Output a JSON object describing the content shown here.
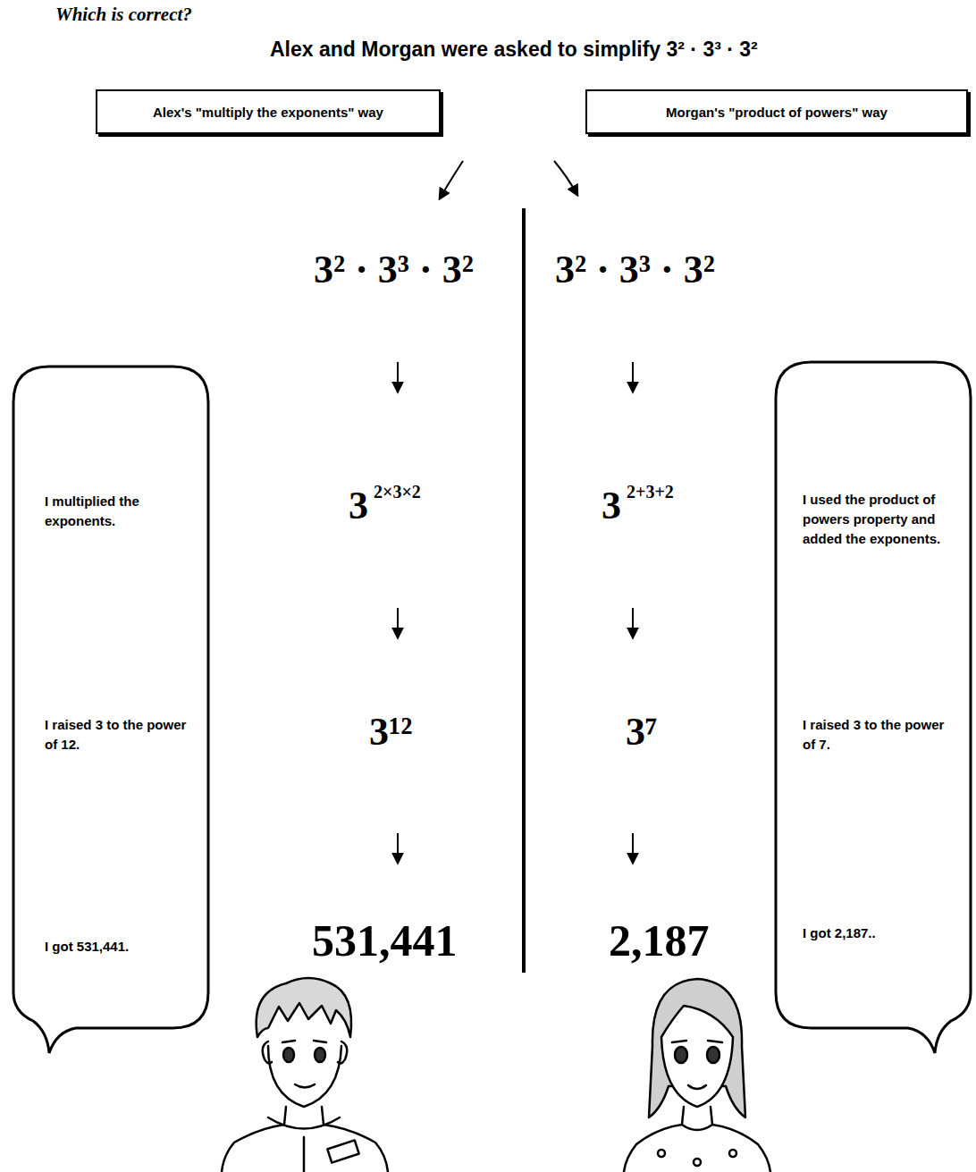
{
  "diagram": {
    "title": "Which is correct?",
    "nodes": [
      {
        "text": [
          "Alex's \"multiply the exponents\" way"
        ]
      },
      {
        "text": [
          "Morgan's \"product of powers\" way"
        ]
      },
      {
        "text": [
          "I multiplied the exponents.",
          "I raised 3 to the power of 12.",
          "I got 531,441."
        ]
      },
      {
        "text": [
          "I used the product of powers property and added the exponents.",
          "I raised 3 to the power of 7.",
          "I got 2,187.."
        ]
      }
    ],
    "labels": [
      "Alex and Morgan were asked to simplify 3² · 3³ · 3²",
      "3² · 3³ · 3²",
      "3² · 3³ · 3²",
      "3",
      "2×3×2",
      "3",
      "2+3+2",
      "3¹²",
      "3⁷",
      "531,441",
      "2,187"
    ]
  }
}
